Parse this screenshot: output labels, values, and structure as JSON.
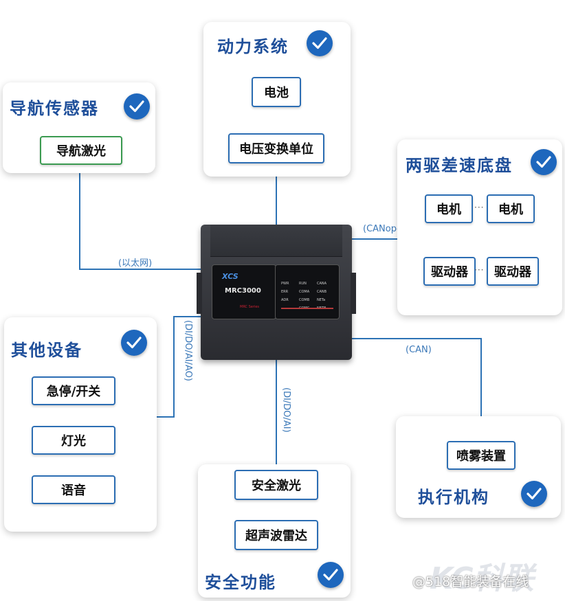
{
  "cards": {
    "power": {
      "title": "动力系统",
      "items": [
        "电池",
        "电压变换单位"
      ]
    },
    "nav": {
      "title": "导航传感器",
      "items": [
        "导航激光"
      ]
    },
    "chassis": {
      "title": "两驱差速底盘",
      "items": [
        "电机",
        "电机",
        "驱动器",
        "驱动器"
      ],
      "separator": "···"
    },
    "other": {
      "title": "其他设备",
      "items": [
        "急停/开关",
        "灯光",
        "语音"
      ]
    },
    "safety": {
      "title": "安全功能",
      "items": [
        "安全激光",
        "超声波雷达"
      ]
    },
    "actuator": {
      "title": "执行机构",
      "items": [
        "喷雾装置"
      ]
    }
  },
  "connections": {
    "ethernet": "(以太网)",
    "canopen": "(CANopen)",
    "can": "(CAN)",
    "di_do_ai_ao": "(DI/DO/AI/AO)",
    "di_do_ai": "(DI/DO/AI)"
  },
  "device": {
    "brand": "XCS",
    "model": "MRC3000",
    "series": "MRC Series",
    "leds": [
      "PWR",
      "RUN",
      "CANA",
      "ERR",
      "COMA",
      "CANB",
      "ADR",
      "COMB",
      "NETa",
      "",
      "COMC",
      "NETB"
    ]
  },
  "watermark": {
    "text": "@518智能装备在线",
    "logo_text": "KC科联"
  },
  "colors": {
    "title": "#1f4f9a",
    "check": "#1e67bd",
    "line": "#2c72b5",
    "box_border": "#2b6db3",
    "nav_box_border": "#3a9a50"
  }
}
